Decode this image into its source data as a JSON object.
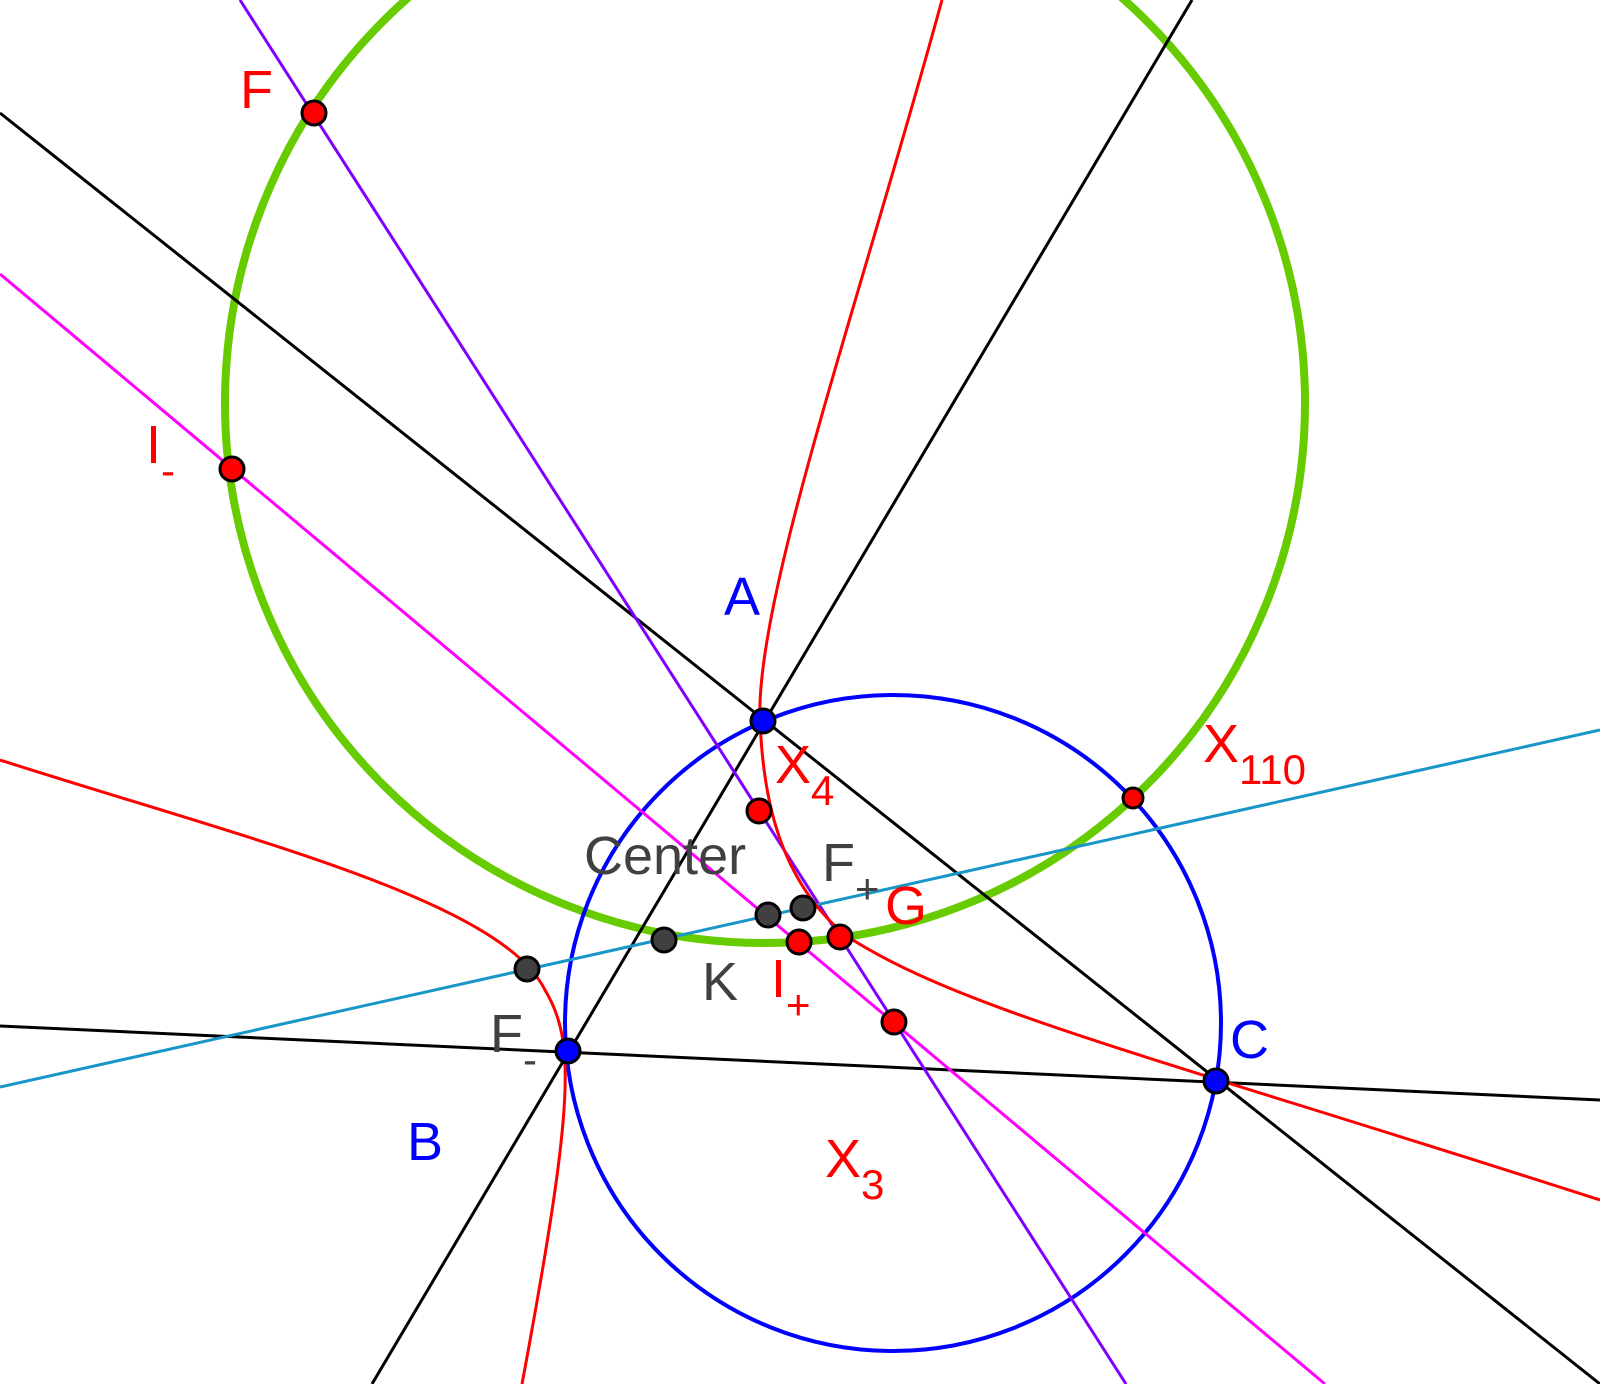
{
  "colors": {
    "black_line": "#000000",
    "purple_line": "#7f00ff",
    "magenta_line": "#ff00ff",
    "cyan_line": "#1996c8",
    "hyperbola": "#ff0000",
    "circumcircle": "#0000ff",
    "green_circle": "#66cc00",
    "vertex_label": "#0000ff",
    "red_label": "#ff0000",
    "gray_label": "#404040",
    "red_point": "#ff0000",
    "blue_point": "#0000ff",
    "gray_point": "#404040"
  },
  "labels": {
    "A": "A",
    "B": "B",
    "C": "C",
    "F": "F",
    "I_minus": {
      "main": "I",
      "sub": "-"
    },
    "I_plus": {
      "main": "I",
      "sub": "+"
    },
    "X110": {
      "main": "X",
      "sub": "110"
    },
    "X4": {
      "main": "X",
      "sub": "4"
    },
    "X3": {
      "main": "X",
      "sub": "3"
    },
    "F_plus": {
      "main": "F",
      "sub": "+"
    },
    "F_minus": {
      "main": "F",
      "sub": "-"
    },
    "G": "G",
    "K": "K",
    "Center": "Center"
  }
}
